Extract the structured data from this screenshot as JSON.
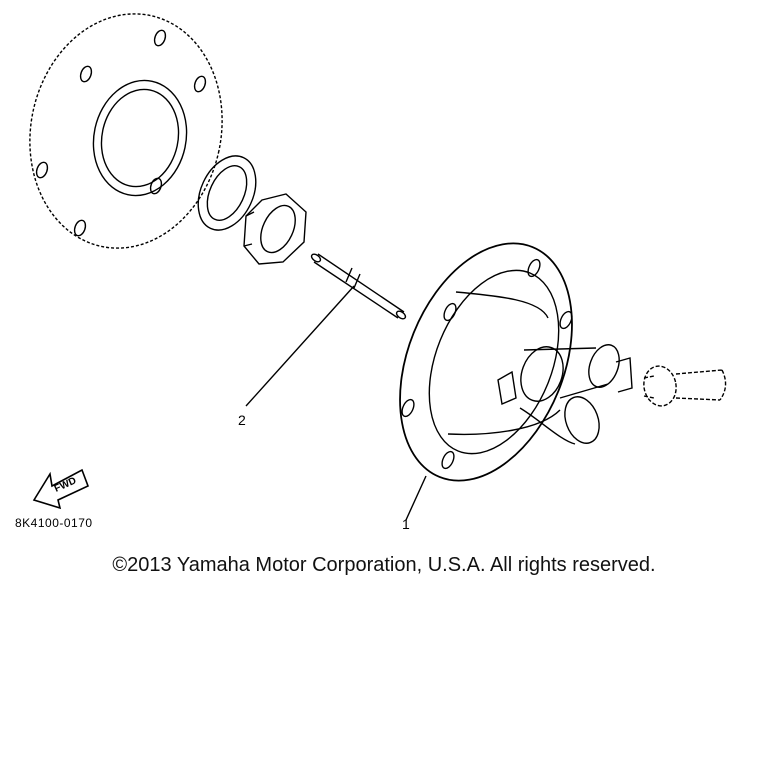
{
  "diagram": {
    "callouts": {
      "part_1": "1",
      "part_2": "2"
    },
    "fwd_label": "FWD",
    "part_code": "8K4100-0170"
  },
  "footer": {
    "copyright": "©2013 Yamaha Motor Corporation, U.S.A. All rights reserved."
  },
  "colors": {
    "line": "#000000",
    "background": "#ffffff"
  }
}
